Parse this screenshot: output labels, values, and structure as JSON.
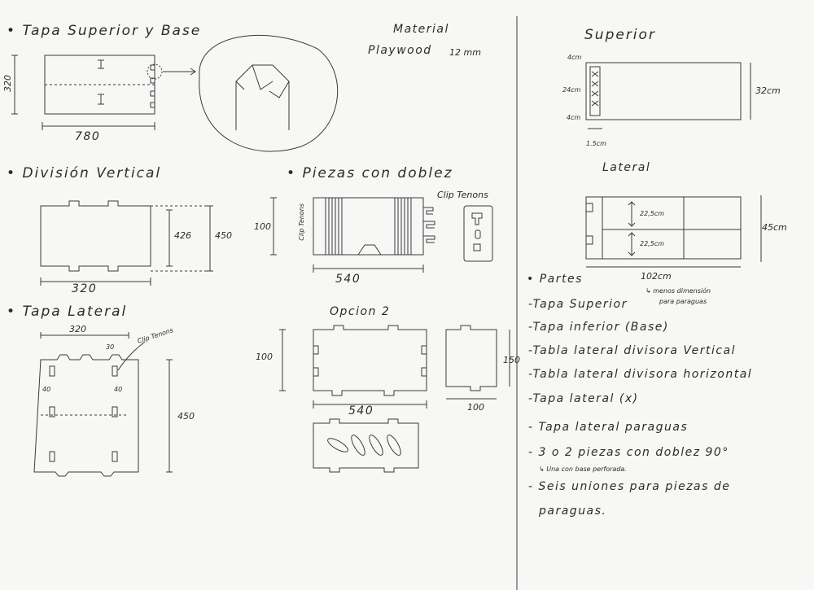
{
  "material": {
    "label": "Material",
    "value": "Playwood",
    "thickness": "12 mm"
  },
  "sections": {
    "tapa_superior_base": {
      "title": "Tapa Superior y Base",
      "width": "780",
      "height": "320"
    },
    "division_vertical": {
      "title": "División Vertical",
      "width": "320",
      "inner_height": "426",
      "outer_height": "450"
    },
    "tapa_lateral": {
      "title": "Tapa Lateral",
      "width": "320",
      "height": "450",
      "tab": "30",
      "margin_left": "40",
      "margin_right": "40",
      "clip": "Clip Tenons"
    },
    "piezas_doblez": {
      "title": "Piezas con doblez",
      "height": "100",
      "width": "540",
      "clip_left": "Clip Tenons",
      "clip_right": "Clip Tenons"
    },
    "opcion2": {
      "title": "Opcion 2",
      "height": "100",
      "width": "540",
      "side_height": "150",
      "side_width": "100"
    },
    "superior": {
      "title": "Superior",
      "d1": "4cm",
      "d2": "24cm",
      "d3": "4cm",
      "d4": "1.5cm",
      "height": "32cm"
    },
    "lateral": {
      "title": "Lateral",
      "h1": "22,5cm",
      "h2": "22,5cm",
      "height": "45cm",
      "length": "102cm",
      "note_line1": "↳ menos dimensión",
      "note_line2": "para paraguas"
    }
  },
  "partes": {
    "title": "Partes",
    "items": [
      "-Tapa Superior",
      "-Tapa inferior (Base)",
      "-Tabla lateral divisora Vertical",
      "-Tabla lateral divisora horizontal",
      "-Tapa lateral (x)",
      "- Tapa lateral paraguas",
      "- 3 o 2 piezas con doblez 90°",
      "- Seis uniones para piezas de",
      "paraguas."
    ],
    "subnote": "↳ Una con base perforada."
  }
}
